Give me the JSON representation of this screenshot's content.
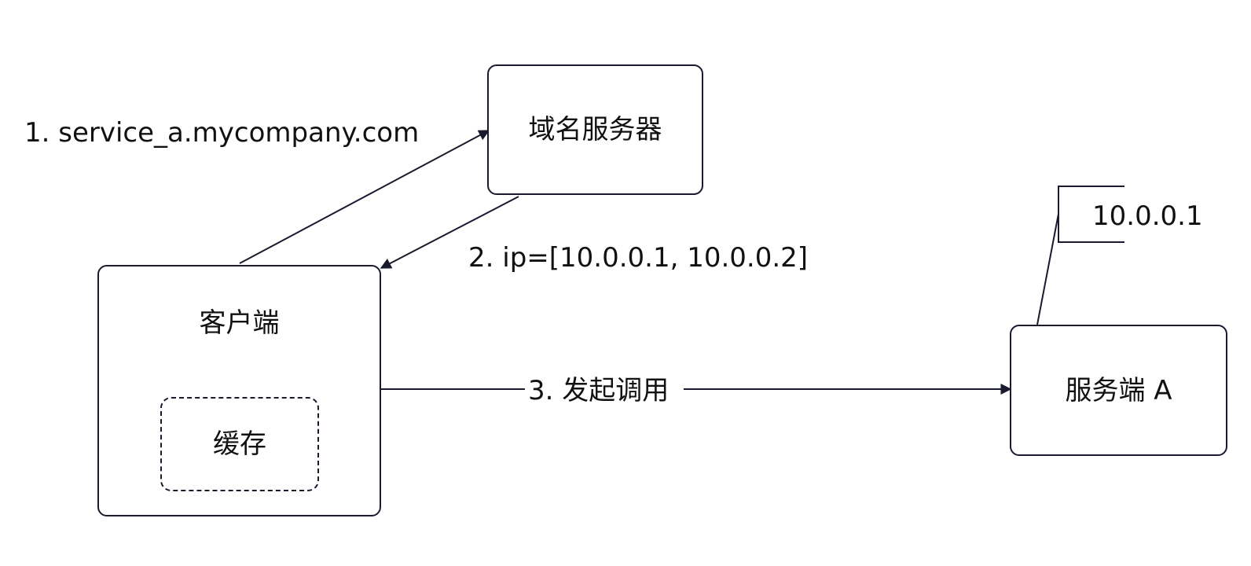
{
  "nodes": {
    "dns_server": "域名服务器",
    "client": "客户端",
    "cache": "缓存",
    "service_a": "服务端 A"
  },
  "edges": {
    "step1": "1. service_a.mycompany.com",
    "step2": "2. ip=[10.0.0.1, 10.0.0.2]",
    "step3": "3. 发起调用"
  },
  "annotation": "10.0.0.1",
  "colors": {
    "stroke": "#1a1a2e",
    "text": "#111111"
  }
}
